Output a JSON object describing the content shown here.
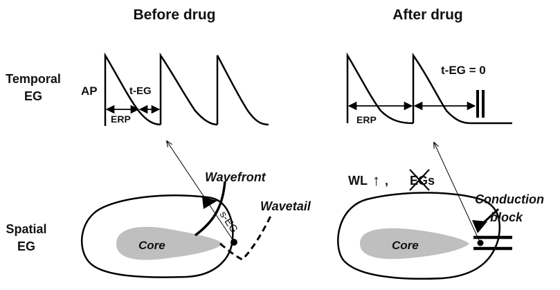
{
  "headers": {
    "before": "Before drug",
    "after": "After drug"
  },
  "rows": {
    "temporal_line1": "Temporal",
    "temporal_line2": "EG",
    "spatial_line1": "Spatial",
    "spatial_line2": "EG"
  },
  "before": {
    "ap": "AP",
    "t_eg": "t-EG",
    "erp": "ERP",
    "wavefront": "Wavefront",
    "wavetail": "Wavetail",
    "s_eg": "s-EG",
    "core": "Core"
  },
  "after": {
    "t_eg_zero": "t-EG = 0",
    "erp": "ERP",
    "wl_prefix": "WL",
    "wl_arrow": "↑",
    "wl_sep": ",",
    "egs_crossed": "EGs",
    "conduction_line1": "Conduction",
    "conduction_line2": "block",
    "core": "Core"
  },
  "colors": {
    "core_fill": "#bfbfbf",
    "stroke": "#000000",
    "text": "#111111"
  }
}
